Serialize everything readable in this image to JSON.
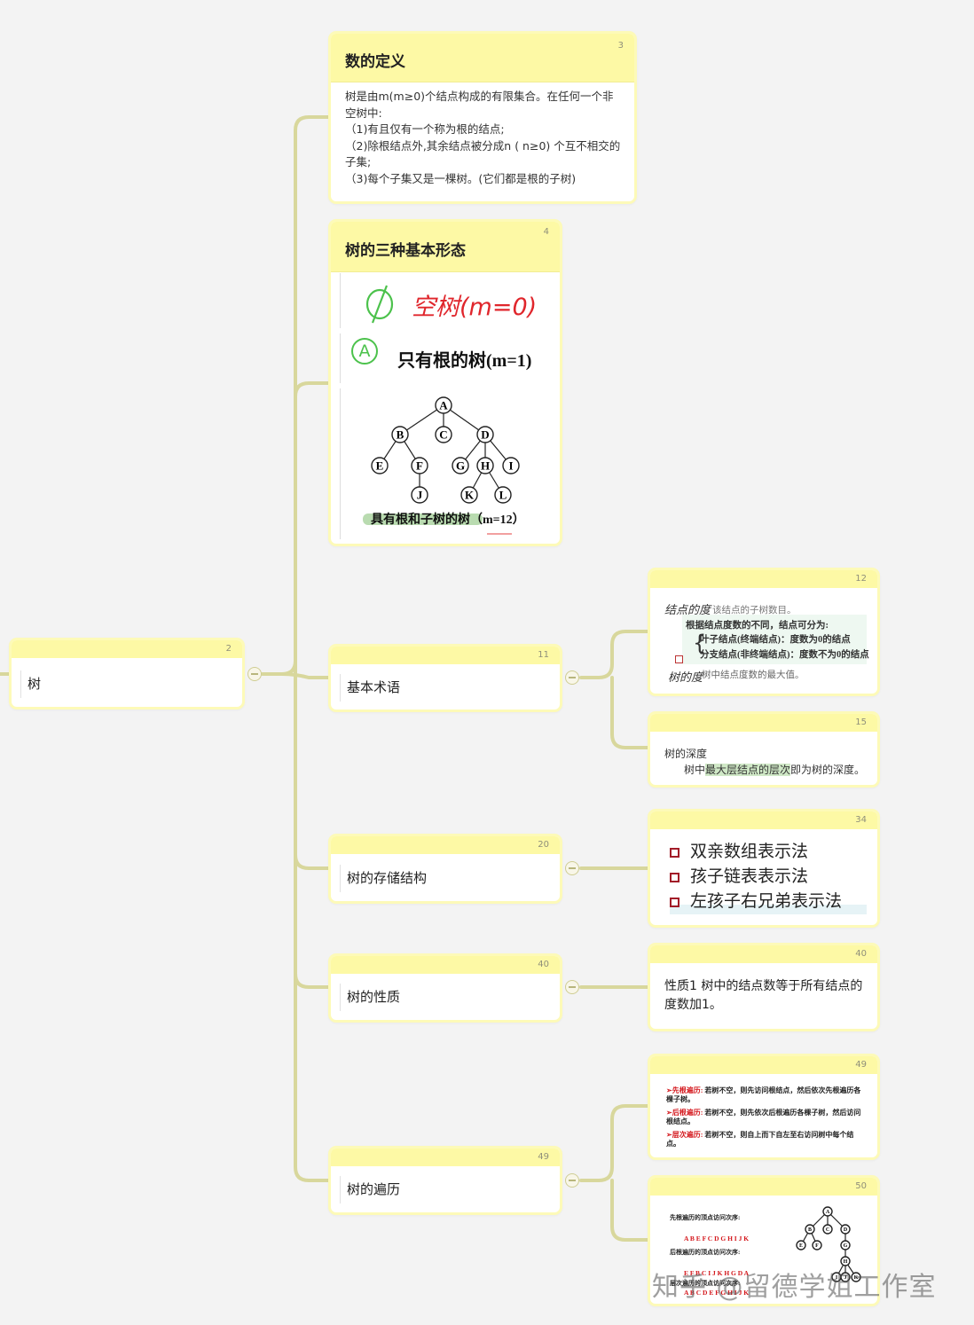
{
  "root": {
    "label": "树",
    "num": "2"
  },
  "def_card": {
    "num": "3",
    "title": "数的定义",
    "body": "树是由m(m≥0)个结点构成的有限集合。在任何一个非空树中:\n（1)有且仅有一个称为根的结点;\n（2)除根结点外,其余结点被分成n ( n≥0) 个互不相交的子集;\n（3)每个子集又是一棵树。(它们都是根的子树)"
  },
  "forms_card": {
    "num": "4",
    "title": "树的三种基本形态",
    "empty_tree_mark": "空树(m=0)",
    "root_only_mark": "A",
    "root_only_label": "只有根的树(m=1)",
    "full_tree_caption": "具有根和子树的树",
    "full_tree_count": "（m=12）",
    "tree_nodes": [
      "A",
      "B",
      "C",
      "D",
      "E",
      "F",
      "G",
      "H",
      "I",
      "J",
      "K",
      "L"
    ]
  },
  "terms": {
    "label": "基本术语",
    "num": "11",
    "degree_card": {
      "num": "12",
      "hand1": "结点的度",
      "line1": "该结点的子树数目。",
      "line2": "根据结点度数的不同，结点可分为:",
      "line3": "叶子结点(终端结点)：度数为0的结点",
      "line4": "分支结点(非终端结点)：度数不为0的结点",
      "hand2": "树的度",
      "line5": "树中结点度数的最大值。"
    },
    "depth_card": {
      "num": "15",
      "title": "树的深度",
      "line_pre": "树中",
      "line_hl": "最大层结点的层次",
      "line_post": "即为树的深度。"
    }
  },
  "storage": {
    "label": "树的存储结构",
    "num": "20",
    "methods_card": {
      "num": "34",
      "items": [
        "双亲数组表示法",
        "孩子链表表示法",
        "左孩子右兄弟表示法"
      ]
    }
  },
  "props": {
    "label": "树的性质",
    "num": "40",
    "prop_card": {
      "num": "40",
      "text": "性质1  树中的结点数等于所有结点的度数加1。"
    }
  },
  "traverse": {
    "label": "树的遍历",
    "num": "49",
    "rules_card": {
      "num": "49",
      "items": [
        {
          "name": "➢先根遍历:",
          "desc": "若树不空，则先访问根结点，然后依次先根遍历各棵子树。"
        },
        {
          "name": "➢后根遍历:",
          "desc": "若树不空，则先依次后根遍历各棵子树，然后访问根结点。"
        },
        {
          "name": "➢层次遍历:",
          "desc": "若树不空，则自上而下自左至右访问树中每个结点。"
        }
      ]
    },
    "example_card": {
      "num": "50",
      "pre_label": "先根遍历的顶点访问次序:",
      "pre_seq": "A B E F C D G H I J K",
      "post_label": "后根遍历的顶点访问次序:",
      "post_seq": "E F B C I J K H G D A",
      "level_label": "层次遍历的顶点访问次序:",
      "level_seq": "A B C D E F G H I J K",
      "nodes": [
        "A",
        "B",
        "C",
        "D",
        "E",
        "F",
        "G",
        "H",
        "I",
        "J",
        "K"
      ]
    }
  },
  "watermark": "知乎 @留德学姐工作室",
  "colors": {
    "link": "#d8d79c",
    "band": "#fdf9a5",
    "border": "#fdfab8",
    "accent_red": "#d4171c"
  }
}
